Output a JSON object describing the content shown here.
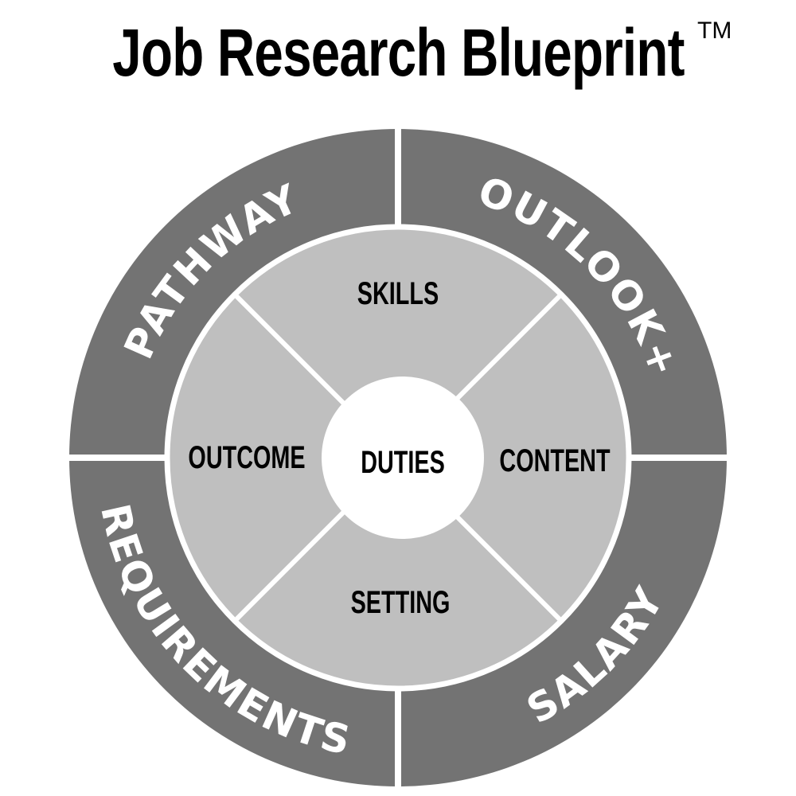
{
  "title": {
    "text": "Job Research Blueprint",
    "trademark": "TM"
  },
  "outer_ring": {
    "top_left": "PATHWAY",
    "top_right": "OUTLOOK+",
    "bottom_left": "REQUIREMENTS",
    "bottom_right": "SALARY"
  },
  "inner_ring": {
    "top": "SKILLS",
    "right": "CONTENT",
    "bottom": "SETTING",
    "left": "OUTCOME"
  },
  "center": "DUTIES",
  "colors": {
    "outer": "#737373",
    "inner": "#bfbfbf",
    "divider": "#ffffff",
    "center": "#ffffff"
  }
}
